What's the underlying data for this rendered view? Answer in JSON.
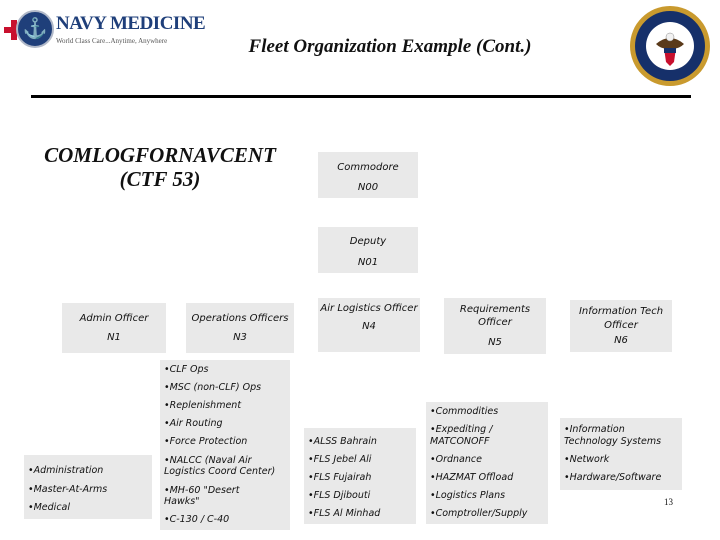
{
  "header": {
    "brand": "NAVY MEDICINE",
    "tagline": "World Class Care...Anytime, Anywhere",
    "title": "Fleet Organization Example (Cont.)",
    "anchor_glyph": "⚓"
  },
  "org_name": {
    "line1": "COMLOGFORNAVCENT",
    "line2": "(CTF 53)"
  },
  "commodore": {
    "title": "Commodore",
    "code": "N00"
  },
  "deputy": {
    "title": "Deputy",
    "code": "N01"
  },
  "offices": {
    "admin": {
      "title": "Admin Officer",
      "code": "N1"
    },
    "operations": {
      "title": "Operations Officers",
      "code": "N3"
    },
    "logistics": {
      "title": "Air Logistics Officer",
      "code": "N4"
    },
    "requirements": {
      "line1": "Requirements",
      "line2": "Officer",
      "code": "N5"
    },
    "infotech": {
      "line1": "Information Tech",
      "line2": "Officer",
      "code": "N6"
    }
  },
  "lists": {
    "admin": [
      "•Administration",
      "•Master-At-Arms",
      "•Medical"
    ],
    "operations": [
      "•CLF Ops",
      "•MSC (non-CLF) Ops",
      "•Replenishment",
      "•Air Routing",
      "•Force Protection",
      "•NALCC (Naval Air",
      "Logistics Coord Center)",
      "•MH-60 \"Desert",
      "Hawks\"",
      "•C-130 / C-40"
    ],
    "logistics": [
      "•ALSS Bahrain",
      "•FLS Jebel Ali",
      "•FLS Fujairah",
      "•FLS Djibouti",
      "•FLS Al Minhad"
    ],
    "requirements": [
      "•Commodities",
      "•Expediting /",
      "MATCONOFF",
      "•Ordnance",
      "•HAZMAT Offload",
      "•Logistics Plans",
      "•Comptroller/Supply"
    ],
    "infotech": [
      "•Information",
      "Technology Systems",
      "•Network",
      "•Hardware/Software"
    ]
  },
  "page_number": "13",
  "colors": {
    "box_fill": "#e9e9e9",
    "brand_blue": "#1f3f7a",
    "rule": "#000000"
  }
}
